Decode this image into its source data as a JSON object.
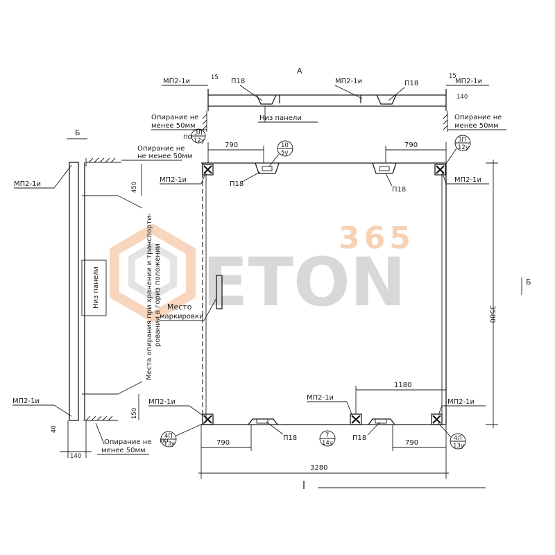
{
  "watermark": {
    "number": "365",
    "word": "ETON"
  },
  "section_marks": {
    "top": "А",
    "left": "Б",
    "right": "Б"
  },
  "labels": {
    "mp21i": "МП2-1и",
    "p18": "П18",
    "bottom_of_panel": "Низ панели",
    "support_line1": "Опирание не",
    "support_line2": "менее 50мм",
    "support_inline": "не менее 50мм",
    "place_line1": "Места опирания при хранении и транспорти-",
    "place_line2": "ровании в гориз положении",
    "marking_line1": "Место",
    "marking_line2": "маркировки",
    "po": "по"
  },
  "callouts": {
    "tl": {
      "top": "3Л",
      "bottom": "12у"
    },
    "t_mid": {
      "top": "10",
      "bottom": "5у"
    },
    "tr": {
      "top": "3П",
      "bottom": "12у"
    },
    "bl": {
      "top": "4П",
      "bottom": "13у"
    },
    "b_mid": {
      "top": "7",
      "bottom": "14у"
    },
    "br": {
      "top": "4Л",
      "bottom": "13у"
    }
  },
  "dims": {
    "top_left": "790",
    "top_right": "790",
    "bottom_left": "790",
    "bottom_right": "790",
    "width": "3280",
    "height": "3580",
    "inner": "1180",
    "side_450": "450",
    "side_150": "150",
    "top_15": "15",
    "top_140": "140",
    "side_140": "140",
    "side_40": "40"
  }
}
